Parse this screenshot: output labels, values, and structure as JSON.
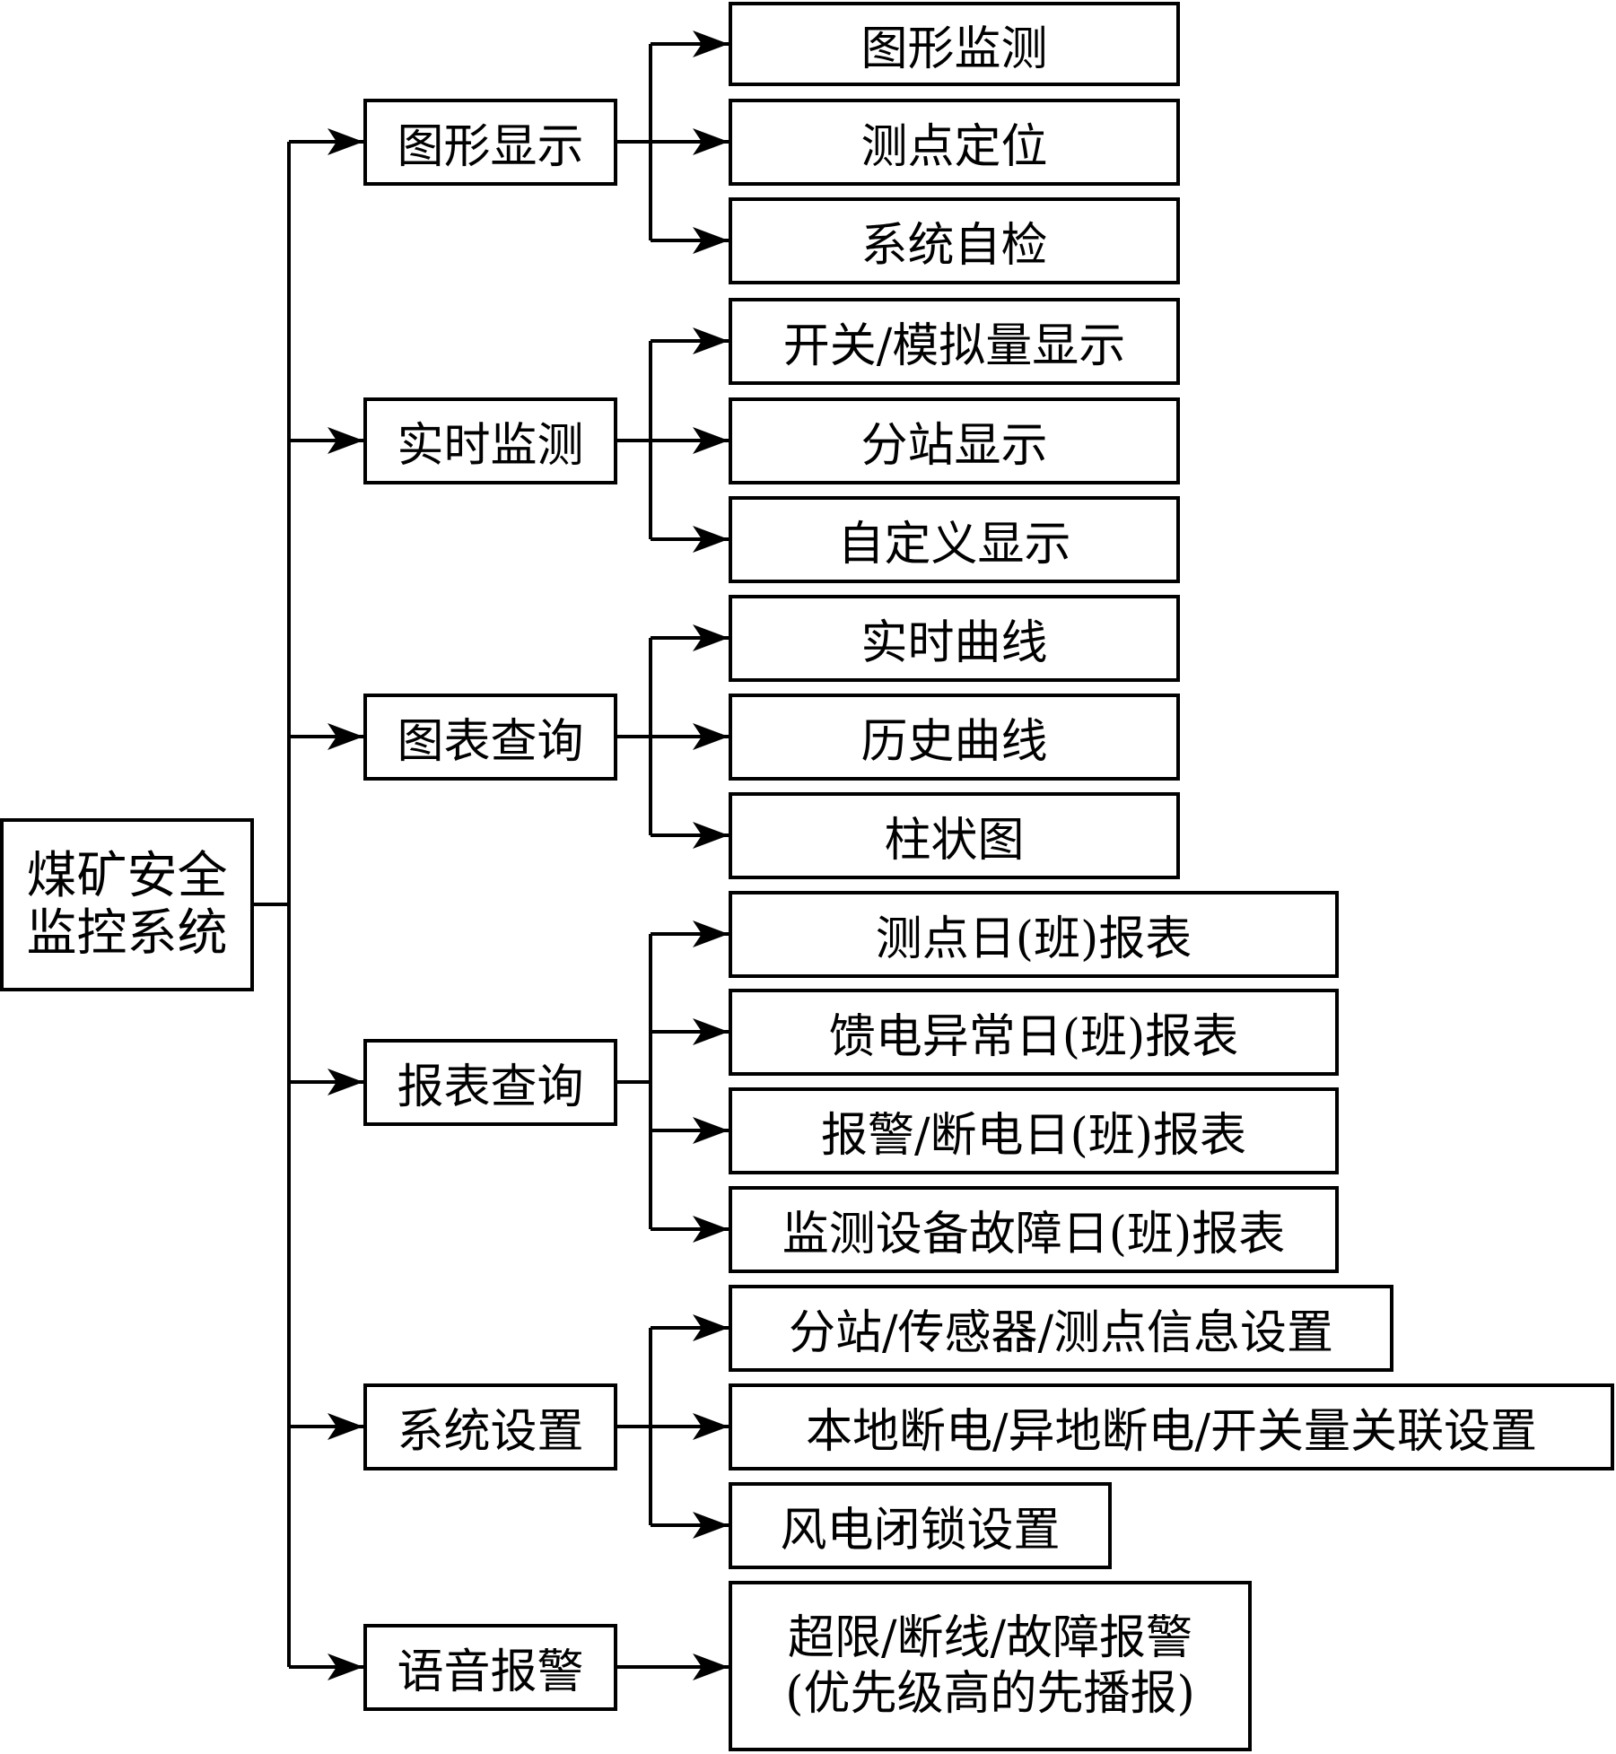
{
  "root": {
    "line1": "煤矿安全",
    "line2": "监控系统"
  },
  "categories": [
    {
      "label": "图形显示",
      "children": [
        "图形监测",
        "测点定位",
        "系统自检"
      ]
    },
    {
      "label": "实时监测",
      "children": [
        "开关/模拟量显示",
        "分站显示",
        "自定义显示"
      ]
    },
    {
      "label": "图表查询",
      "children": [
        "实时曲线",
        "历史曲线",
        "柱状图"
      ]
    },
    {
      "label": "报表查询",
      "children": [
        "测点日(班)报表",
        "馈电异常日(班)报表",
        "报警/断电日(班)报表",
        "监测设备故障日(班)报表"
      ]
    },
    {
      "label": "系统设置",
      "children": [
        "分站/传感器/测点信息设置",
        "本地断电/异地断电/开关量关联设置",
        "风电闭锁设置"
      ]
    },
    {
      "label": "语音报警",
      "children": [
        "超限/断线/故障报警",
        "(优先级高的先播报)"
      ]
    }
  ]
}
